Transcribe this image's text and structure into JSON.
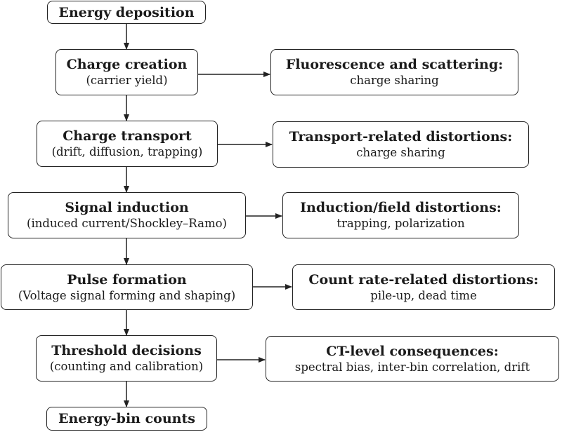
{
  "flow": [
    {
      "title": "Energy deposition",
      "sub": ""
    },
    {
      "title": "Charge creation",
      "sub": "(carrier yield)"
    },
    {
      "title": "Charge transport",
      "sub": "(drift, diffusion, trapping)"
    },
    {
      "title": "Signal induction",
      "sub": "(induced current/Shockley–Ramo)"
    },
    {
      "title": "Pulse formation",
      "sub": "(Voltage signal forming and shaping)"
    },
    {
      "title": "Threshold decisions",
      "sub": "(counting and calibration)"
    },
    {
      "title": "Energy-bin counts",
      "sub": ""
    }
  ],
  "effects": [
    {
      "title": "Fluorescence and scattering:",
      "sub": "charge sharing"
    },
    {
      "title": "Transport-related distortions:",
      "sub": "charge sharing"
    },
    {
      "title": "Induction/field distortions:",
      "sub": "trapping, polarization"
    },
    {
      "title": "Count rate-related distortions:",
      "sub": "pile-up, dead time"
    },
    {
      "title": "CT-level consequences:",
      "sub": "spectral bias, inter-bin correlation, drift"
    }
  ]
}
